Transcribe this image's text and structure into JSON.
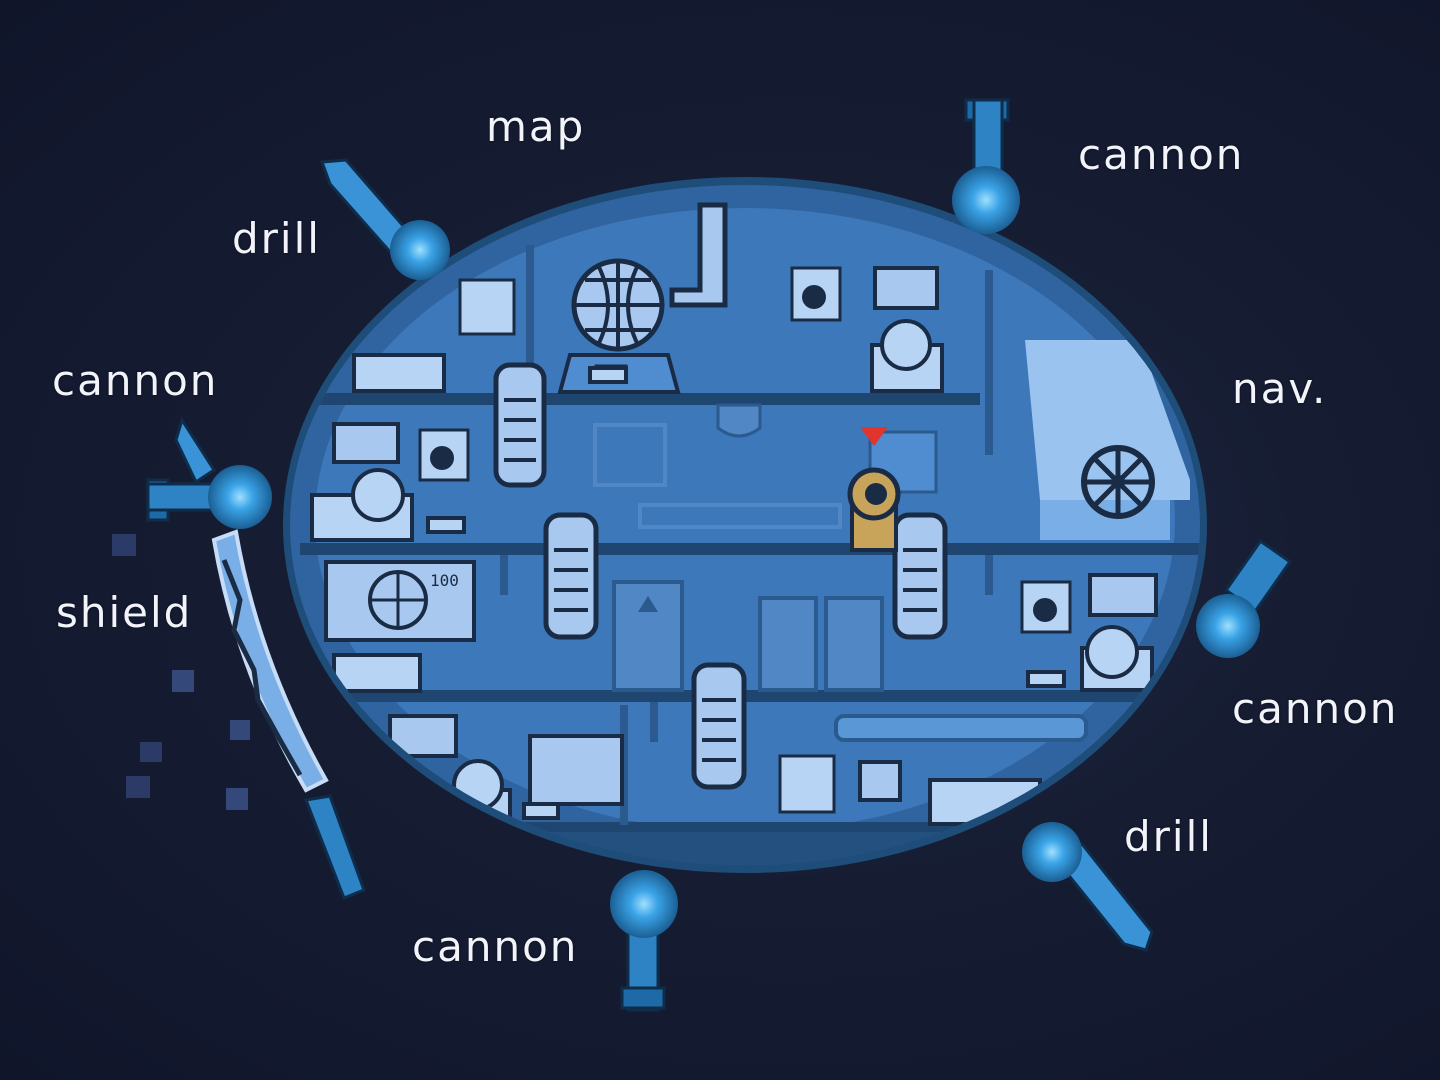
{
  "labels": {
    "map": "map",
    "drill_top_left": "drill",
    "cannon_left": "cannon",
    "shield": "shield",
    "cannon_bottom": "cannon",
    "cannon_top_right": "cannon",
    "nav": "nav.",
    "cannon_right": "cannon",
    "drill_bottom_right": "drill"
  },
  "screen": {
    "text": "100"
  },
  "colors": {
    "background": "#161d33",
    "hull": "#2d5f92",
    "interior": "#3f7cc0",
    "interior_light": "#5a97d6",
    "floor": "#214a73",
    "outline": "#1a2c45",
    "player": "#c8a35a",
    "marker": "#e0342c",
    "glow": "#4fb3f0"
  }
}
